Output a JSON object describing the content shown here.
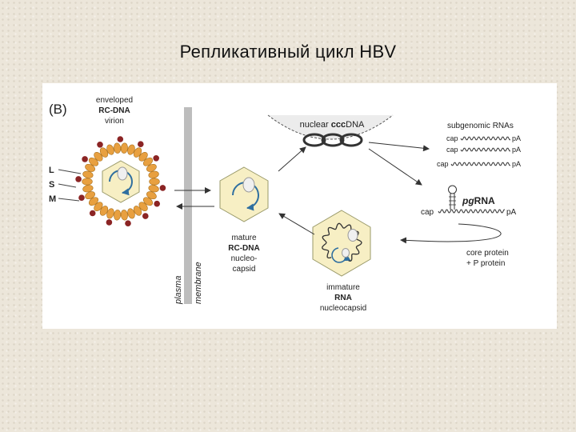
{
  "slide": {
    "title": "Репликативный цикл HBV"
  },
  "figure": {
    "panel_label": "(B)",
    "virion": {
      "line1": "enveloped",
      "line2": "RC-DNA",
      "line3": "virion"
    },
    "envelope_proteins": {
      "L": "L",
      "S": "S",
      "M": "M"
    },
    "membrane": {
      "word1": "plasma",
      "word2": "membrane"
    },
    "mature_capsid": {
      "line1": "mature",
      "line2": "RC-DNA",
      "line3": "nucleo-",
      "line4": "capsid"
    },
    "nucleus": {
      "prefix": "nuclear ",
      "highlight": "ccc",
      "suffix": "DNA"
    },
    "subgenomic": {
      "title": "subgenomic RNAs",
      "rows": [
        {
          "cap": "cap",
          "pa": "pA"
        },
        {
          "cap": "cap",
          "pa": "pA"
        },
        {
          "cap": "cap",
          "pa": "pA"
        }
      ]
    },
    "pgrna": {
      "prefix": "pg",
      "label": "RNA",
      "cap": "cap",
      "pa": "pA"
    },
    "translation": {
      "line1": "core protein",
      "line2": "+ P protein"
    },
    "immature_capsid": {
      "line1": "immature",
      "line2": "RNA",
      "line3": "nucleocapsid"
    },
    "colors": {
      "envelope_orange": "#e8a040",
      "protein_red": "#8b2424",
      "capsid_fill": "#f7efc4",
      "membrane_gray": "#bdbdbd",
      "nucleus_fill": "#ececec",
      "dna_blue": "#2f6fa0"
    }
  }
}
